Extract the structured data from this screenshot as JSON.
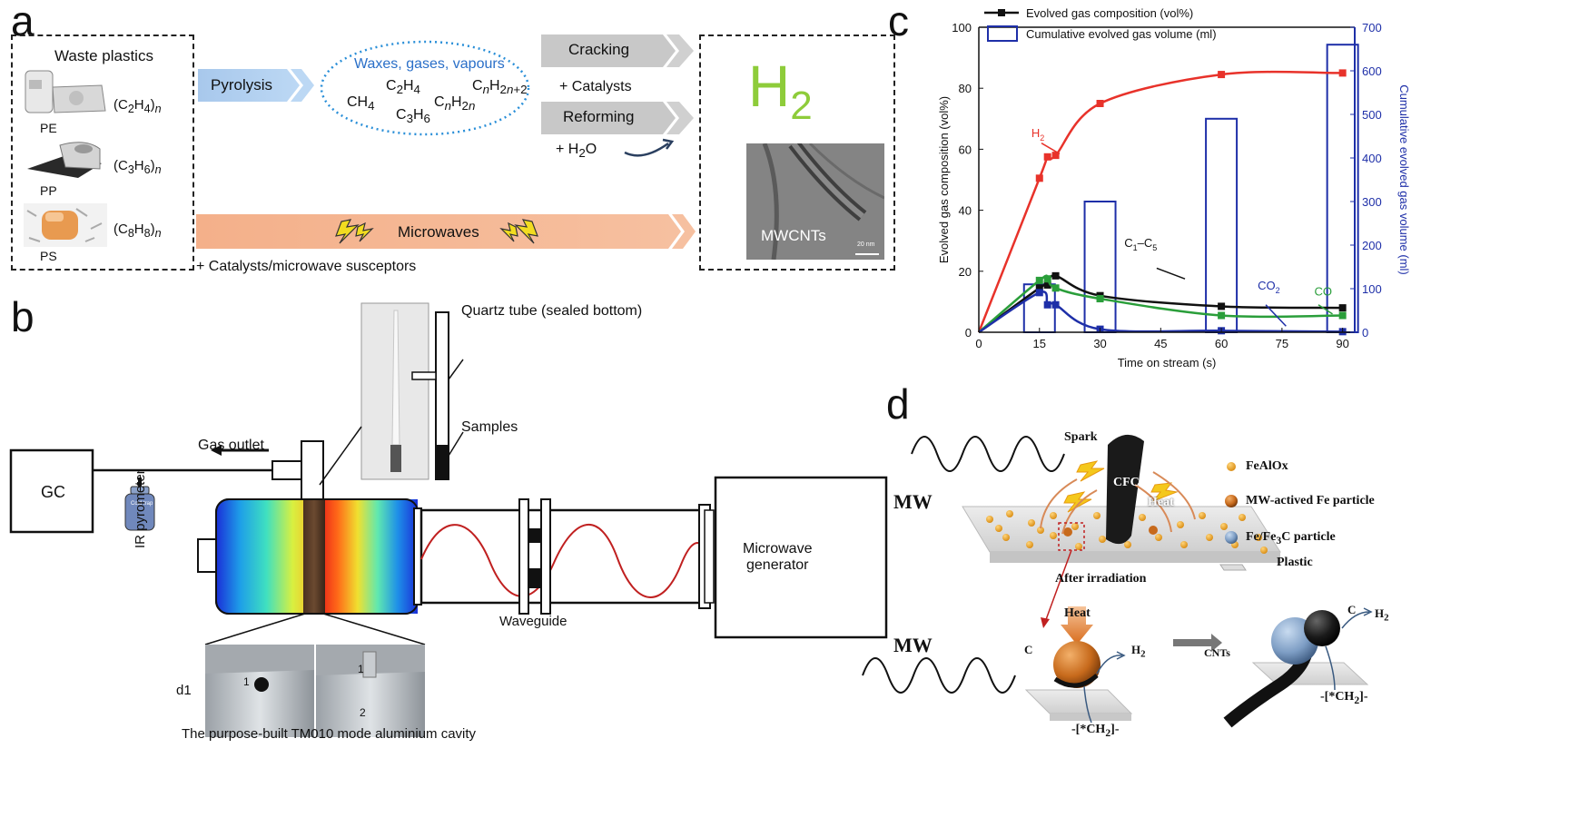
{
  "panel_a": {
    "label": "a",
    "waste_title": "Waste plastics",
    "plastics": [
      {
        "name": "PE",
        "formula": "(C2H4)n"
      },
      {
        "name": "PP",
        "formula": "(C3H6)n"
      },
      {
        "name": "PS",
        "formula": "(C8H8)n"
      }
    ],
    "pyrolysis": "Pyrolysis",
    "oval_title": "Waxes, gases, vapours",
    "species": [
      "CH4",
      "C2H4",
      "CnH2n+2",
      "C3H6",
      "CnH2n"
    ],
    "cracking": "Cracking",
    "plus_catalysts": "+ Catalysts",
    "reforming": "Reforming",
    "plus_water": "+ H2O",
    "microwaves": "Microwaves",
    "footnote": "+ Catalysts/microwave susceptors",
    "product": "H2",
    "sem_label": "MWCNTs",
    "scale": "20 nm"
  },
  "panel_b": {
    "label": "b",
    "gc": "GC",
    "gas_outlet": "Gas outlet",
    "cold_trap": "Cold trap",
    "ir_pyrometer": "IR pyrometer",
    "quartz_tube": "Quartz tube (sealed bottom)",
    "samples": "Samples",
    "waveguide": "Waveguide",
    "microwave_generator": [
      "Microwave",
      "generator"
    ],
    "d1": "d1",
    "cavity_caption": "The purpose-built TM010 mode aluminium cavity",
    "photo_marks": [
      "1",
      "1",
      "2"
    ]
  },
  "panel_c": {
    "label": "c"
  },
  "chart_data": {
    "type": "line",
    "legend": [
      "Evolved gas composition (vol%)",
      "Cumulative evolved gas volume (ml)"
    ],
    "legend_position": "top-left",
    "xlabel": "Time on stream (s)",
    "ylabel": "Evolved gas composition (vol%)",
    "y2label": "Cumulative evolved gas volume (ml)",
    "xlim": [
      0,
      93
    ],
    "ylim": [
      0,
      100
    ],
    "y2lim": [
      0,
      700
    ],
    "xticks": [
      0,
      15,
      30,
      45,
      60,
      75,
      90
    ],
    "yticks": [
      0,
      20,
      40,
      60,
      80,
      100
    ],
    "y2ticks": [
      0,
      100,
      200,
      300,
      400,
      500,
      600,
      700
    ],
    "series": [
      {
        "name": "H2",
        "color": "#e8322a",
        "points": [
          [
            15,
            50.5
          ],
          [
            17,
            57.5
          ],
          [
            19,
            58
          ],
          [
            30,
            75
          ],
          [
            60,
            84.5
          ],
          [
            90,
            85
          ]
        ]
      },
      {
        "name": "C1–C5",
        "color": "#111111",
        "points": [
          [
            15,
            14.5
          ],
          [
            17,
            15.5
          ],
          [
            19,
            18.5
          ],
          [
            30,
            12
          ],
          [
            60,
            8.5
          ],
          [
            90,
            8
          ]
        ]
      },
      {
        "name": "CO",
        "color": "#2a9e3a",
        "points": [
          [
            15,
            17
          ],
          [
            17,
            17.5
          ],
          [
            19,
            14.5
          ],
          [
            30,
            11
          ],
          [
            60,
            5.5
          ],
          [
            90,
            5.5
          ]
        ]
      },
      {
        "name": "CO2",
        "color": "#1e2fa8",
        "points": [
          [
            15,
            13
          ],
          [
            17,
            9
          ],
          [
            19,
            9
          ],
          [
            30,
            1
          ],
          [
            60,
            0.5
          ],
          [
            90,
            0.2
          ]
        ]
      }
    ],
    "bars": {
      "name": "Cumulative evolved gas volume (ml)",
      "color": "#1e2fa8",
      "x": [
        15,
        30,
        60,
        90
      ],
      "values": [
        110,
        300,
        490,
        660
      ]
    }
  },
  "panel_d": {
    "label": "d",
    "mw_top": "MW",
    "mw_bottom": "MW",
    "spark": "Spark",
    "cfc": "CFC",
    "heat_top": "Heat",
    "after": "After irradiation",
    "heat_bottom": "Heat",
    "c_left": "C",
    "h2_left": "H2",
    "ch2_left": "-[*CH2]-",
    "c_right": "C",
    "h2_right": "H2",
    "cnts": "CNTs",
    "ch2_right": "-[*CH2]-",
    "legend": [
      "FeAlOx",
      "MW-actived Fe particle",
      "Fe/Fe3C particle",
      "Plastic"
    ]
  }
}
